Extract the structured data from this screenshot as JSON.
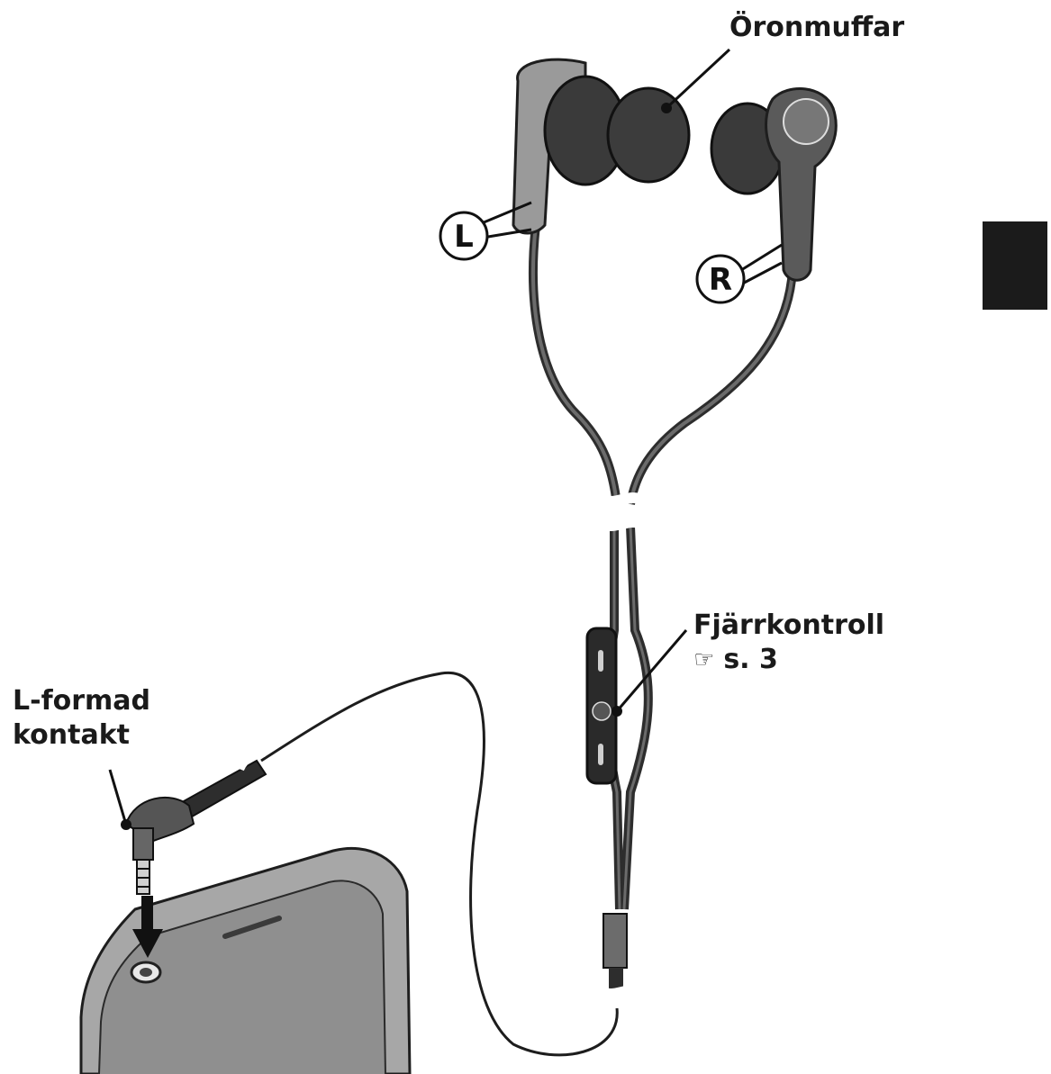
{
  "labels": {
    "ear_tips": "Öronmuffar",
    "left": "L",
    "right": "R",
    "remote_title": "Fjärrkontroll",
    "remote_ref_icon": "☞",
    "remote_ref": "s. 3",
    "connector_line1": "L-formad",
    "connector_line2": "kontakt"
  },
  "icons": {
    "reference": "pointing-hand-icon",
    "insert_arrow": "down-arrow-icon"
  },
  "colors": {
    "ink": "#1a1a1a",
    "tab_marker": "#1b1b1b",
    "earbud_shell": "#9a9a9a",
    "ear_tip": "#3a3a3a",
    "cable": "#4a4a4a",
    "device_body": "#a7a7a7"
  }
}
